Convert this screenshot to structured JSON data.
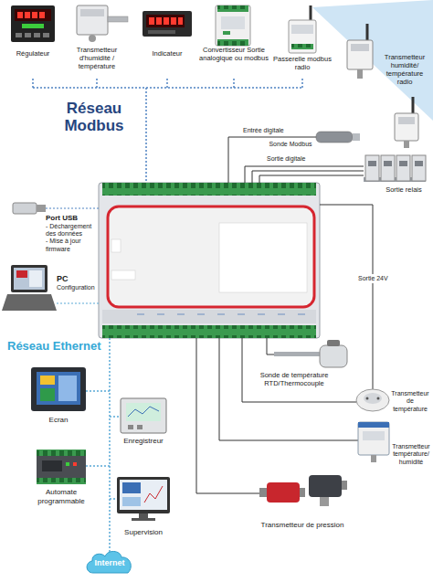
{
  "diagram": {
    "nodes": [
      {
        "text": [
          "Régulateur"
        ]
      },
      {
        "text": [
          "Transmetteur d'humidité / température"
        ]
      },
      {
        "text": [
          "Indicateur"
        ]
      },
      {
        "text": [
          "Convertisseur Sortie analogique ou modbus"
        ]
      },
      {
        "text": [
          "Passerelle modbus radio"
        ]
      },
      {
        "text": [
          "Transmetteur humidité/ température radio"
        ]
      },
      {
        "text": [
          "Sonde Modbus"
        ]
      },
      {
        "text": [
          "Sortie relais"
        ]
      },
      {
        "text": [
          "Port USB",
          "- Déchargement des données",
          "- Mise à jour firmware"
        ]
      },
      {
        "text": [
          "PC",
          "Configuration"
        ]
      },
      {
        "text": [
          "Sonde de température RTD/Thermocouple"
        ]
      },
      {
        "text": [
          "Transmetteur de température"
        ]
      },
      {
        "text": [
          "Transmetteur température/ humidité"
        ]
      },
      {
        "text": [
          "Ecran"
        ]
      },
      {
        "text": [
          "Enregistreur"
        ]
      },
      {
        "text": [
          "Automate programmable"
        ]
      },
      {
        "text": [
          "Supervision"
        ]
      },
      {
        "text": [
          "Transmetteur de pression"
        ]
      },
      {
        "text": [
          "Internet"
        ]
      }
    ],
    "labels": [
      "Réseau Modbus",
      "Entrée digitale",
      "Sortie digitale",
      "Sortie 24V",
      "Réseau Ethernet"
    ]
  }
}
